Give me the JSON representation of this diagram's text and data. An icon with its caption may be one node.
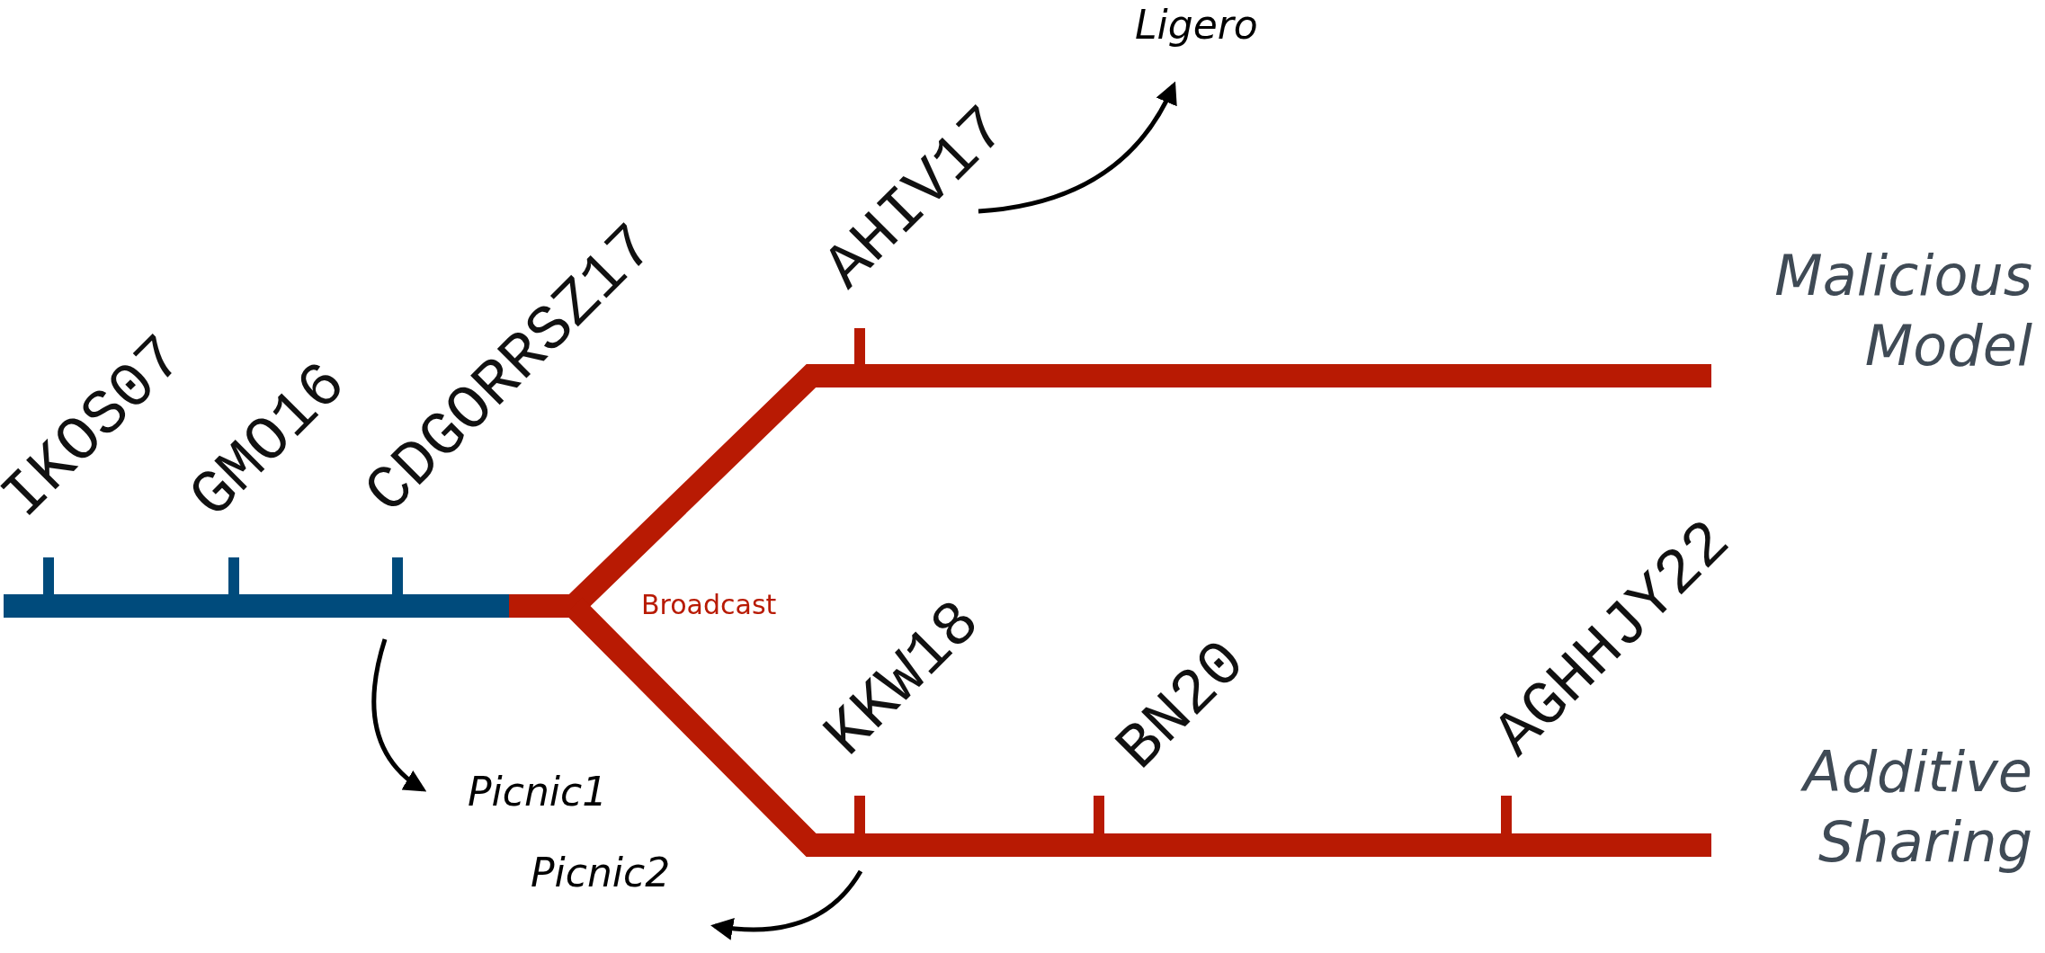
{
  "diagram": {
    "nodes": [
      {
        "text": [
          "IKOS07"
        ]
      },
      {
        "text": [
          "GMO16"
        ]
      },
      {
        "text": [
          "CDGORRSZ17"
        ]
      },
      {
        "text": [
          "AHIV17"
        ]
      },
      {
        "text": [
          "KKW18"
        ]
      },
      {
        "text": [
          "BN20"
        ]
      },
      {
        "text": [
          "AGHHJY22"
        ]
      },
      {
        "text": [
          "Ligero"
        ]
      },
      {
        "text": [
          "Picnic1"
        ]
      },
      {
        "text": [
          "Picnic2"
        ]
      }
    ],
    "edges": [
      {
        "from": 3,
        "to": 7,
        "arrow": "to"
      },
      {
        "from": 2,
        "to": 8,
        "arrow": "to"
      },
      {
        "from": 4,
        "to": 9,
        "arrow": "to"
      }
    ],
    "labels": [
      "Broadcast",
      "Malicious Model",
      "Additive Sharing"
    ]
  }
}
